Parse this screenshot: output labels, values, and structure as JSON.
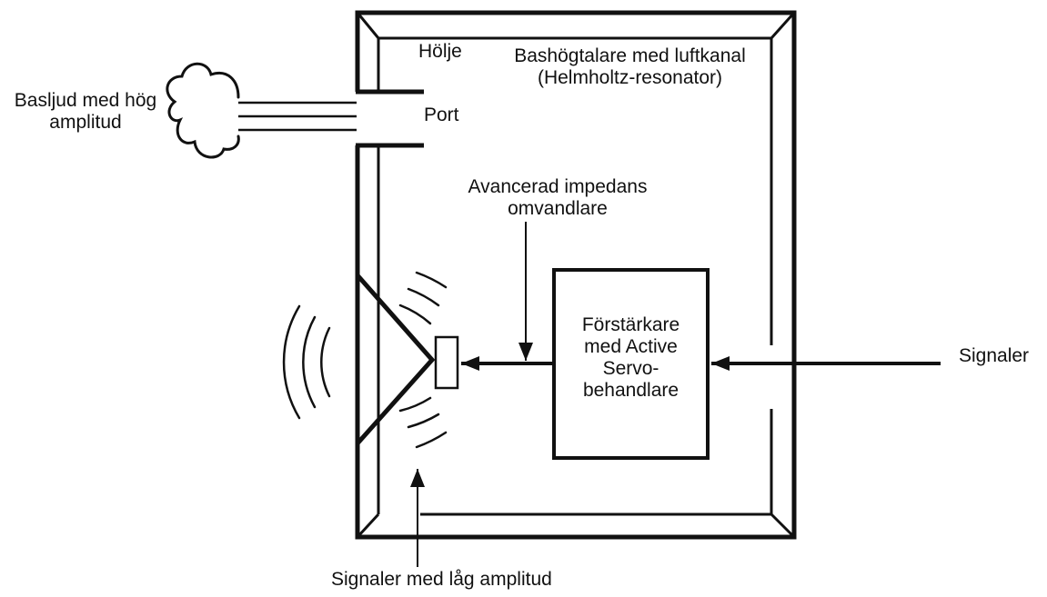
{
  "labels": {
    "enclosure": "Hölje",
    "speaker_title_line1": "Bashögtalare med luftkanal",
    "speaker_title_line2": "(Helmholtz-resonator)",
    "bass_sound_line1": "Basljud med hög",
    "bass_sound_line2": "amplitud",
    "port": "Port",
    "converter_line1": "Avancerad impedans",
    "converter_line2": "omvandlare",
    "amplifier_line1": "Förstärkare",
    "amplifier_line2": "med Active",
    "amplifier_line3": "Servo-",
    "amplifier_line4": "behandlare",
    "signals_in": "Signaler",
    "low_amplitude": "Signaler med låg amplitud"
  },
  "colors": {
    "stroke": "#111111",
    "background": "#ffffff"
  }
}
